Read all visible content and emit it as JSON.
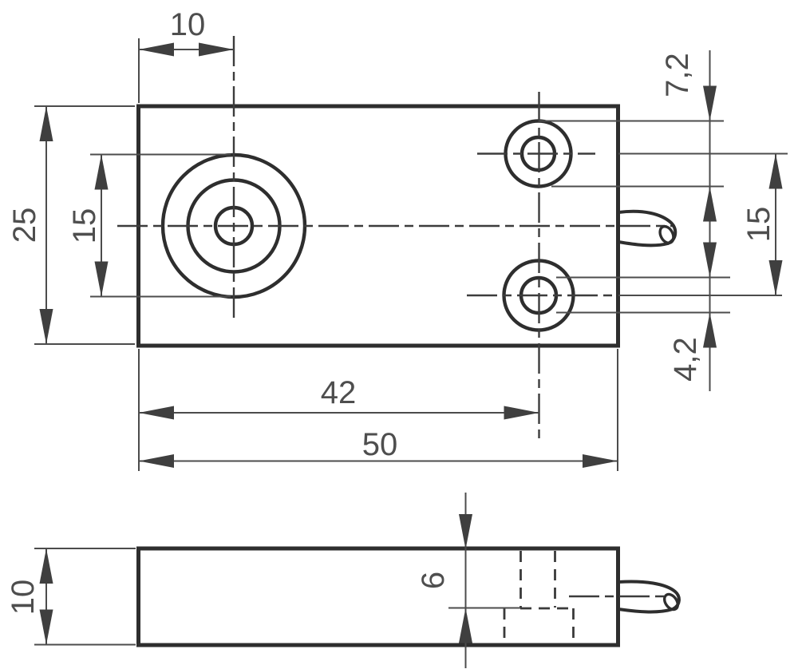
{
  "drawing_type": "technical-dimension-drawing",
  "colors": {
    "background": "#ffffff",
    "outline": "#2e2e2e",
    "thin_line": "#4c4c4c",
    "text": "#4e4e4e"
  },
  "front_view": {
    "dim_top_face_offset": "10",
    "dim_height": "25",
    "dim_sensing_circle": "15",
    "dim_counterbore_dia": "7,2",
    "dim_hole_pitch": "15",
    "dim_hole_dia": "4,2",
    "dim_hole_offset": "42",
    "dim_length": "50"
  },
  "side_view": {
    "dim_thickness": "10",
    "dim_hole_depth": "6"
  }
}
